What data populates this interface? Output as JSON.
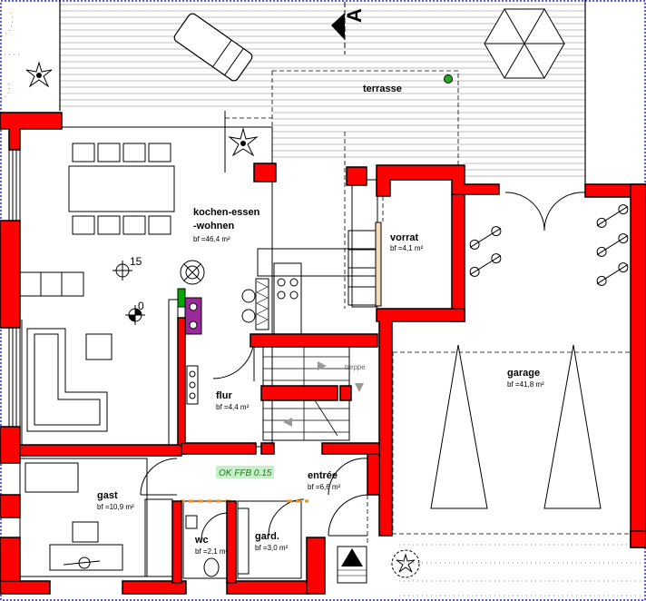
{
  "section_marker": "A",
  "rooms": {
    "terrasse": {
      "name": "terrasse"
    },
    "kochen": {
      "name_line1": "kochen-essen",
      "name_line2": "-wohnen",
      "area": "bf =46,4 m²"
    },
    "vorrat": {
      "name": "vorrat",
      "area": "bf =4,1 m²"
    },
    "garage": {
      "name": "garage",
      "area": "bf =41,8 m²"
    },
    "flur": {
      "name": "flur",
      "area": "bf =4,4 m²"
    },
    "treppe": {
      "name": "treppe"
    },
    "entree": {
      "name": "entrée",
      "area": "bf =6,6 m²"
    },
    "gast": {
      "name": "gast",
      "area": "bf =10,9 m²"
    },
    "wc": {
      "name": "wc",
      "area": "bf =2,1 m²"
    },
    "gard": {
      "name": "gard.",
      "area": "bf =3,0 m²"
    }
  },
  "level_marks": {
    "upper": "15",
    "lower": "0"
  },
  "floor_level": "OK FFB 0.15",
  "colors": {
    "wall": "#ff0000",
    "level_bg": "#c8f0c8",
    "level_text": "#1d7d1d",
    "appliance": "#9a2a9a",
    "marker": "#22aa22",
    "border": "#2222ff"
  }
}
